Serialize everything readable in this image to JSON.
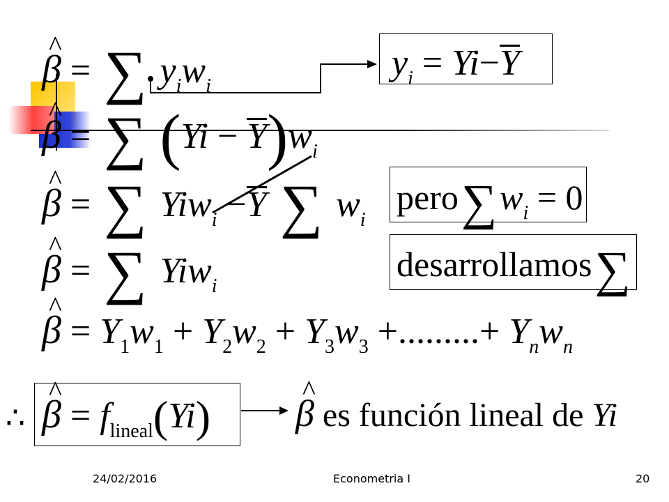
{
  "eq1": {
    "lhs": "β",
    "sum": "∑",
    "rhs": "y",
    "rhs_sub": "i",
    "rhs2": "w",
    "rhs2_sub": "i"
  },
  "eq2": {
    "lhs": "β",
    "sum": "∑",
    "paren_open": "(",
    "term": "Yi",
    "minus": "−",
    "bar": "Y",
    "paren_close": ")",
    "w": "w",
    "w_sub": "i"
  },
  "eq3": {
    "lhs": "β",
    "sum": "∑",
    "term": "Yiw",
    "term_sub": "i",
    "minus": "−",
    "bar": "Y",
    "w": "w",
    "w_sub": "i"
  },
  "eq4": {
    "lhs": "β",
    "sum": "∑",
    "term": "Yiw",
    "term_sub": "i"
  },
  "eq5": {
    "lhs": "β",
    "Y1": "Y",
    "s1": "1",
    "w1": "w",
    "sw1": "1",
    "plus": "+",
    "Y2": "Y",
    "s2": "2",
    "w2": "w",
    "sw2": "2",
    "Y3": "Y",
    "s3": "3",
    "w3": "w",
    "sw3": "3",
    "dots": ".........",
    "Yn": "Y",
    "sn": "n",
    "wn": "w",
    "swn": "n"
  },
  "eq6": {
    "therefore": "∴",
    "lhs": "β",
    "f": "f",
    "f_sub": "lineal",
    "paren_open": "(",
    "arg": "Yi",
    "paren_close": ")"
  },
  "box_yi": {
    "y": "y",
    "y_sub": "i",
    "eq": "=",
    "yi": "Yi",
    "minus": "−",
    "bar": "Y"
  },
  "box_pero": {
    "word": "pero",
    "sum": "∑",
    "w": "w",
    "w_sub": "i",
    "eq": "= 0"
  },
  "box_desarrollamos": {
    "word": "desarrollamos",
    "sum": "∑"
  },
  "conclusion": {
    "beta": "β",
    "text": "es función lineal de",
    "yi": "Yi"
  },
  "hat": "^",
  "eq_sign": "=",
  "footer": {
    "date": "24/02/2016",
    "title": "Econometria I",
    "page": "20"
  },
  "colors": {
    "deco_yellow": "#ffd200",
    "deco_blue": "#2233cc",
    "deco_red": "#ff3333"
  }
}
